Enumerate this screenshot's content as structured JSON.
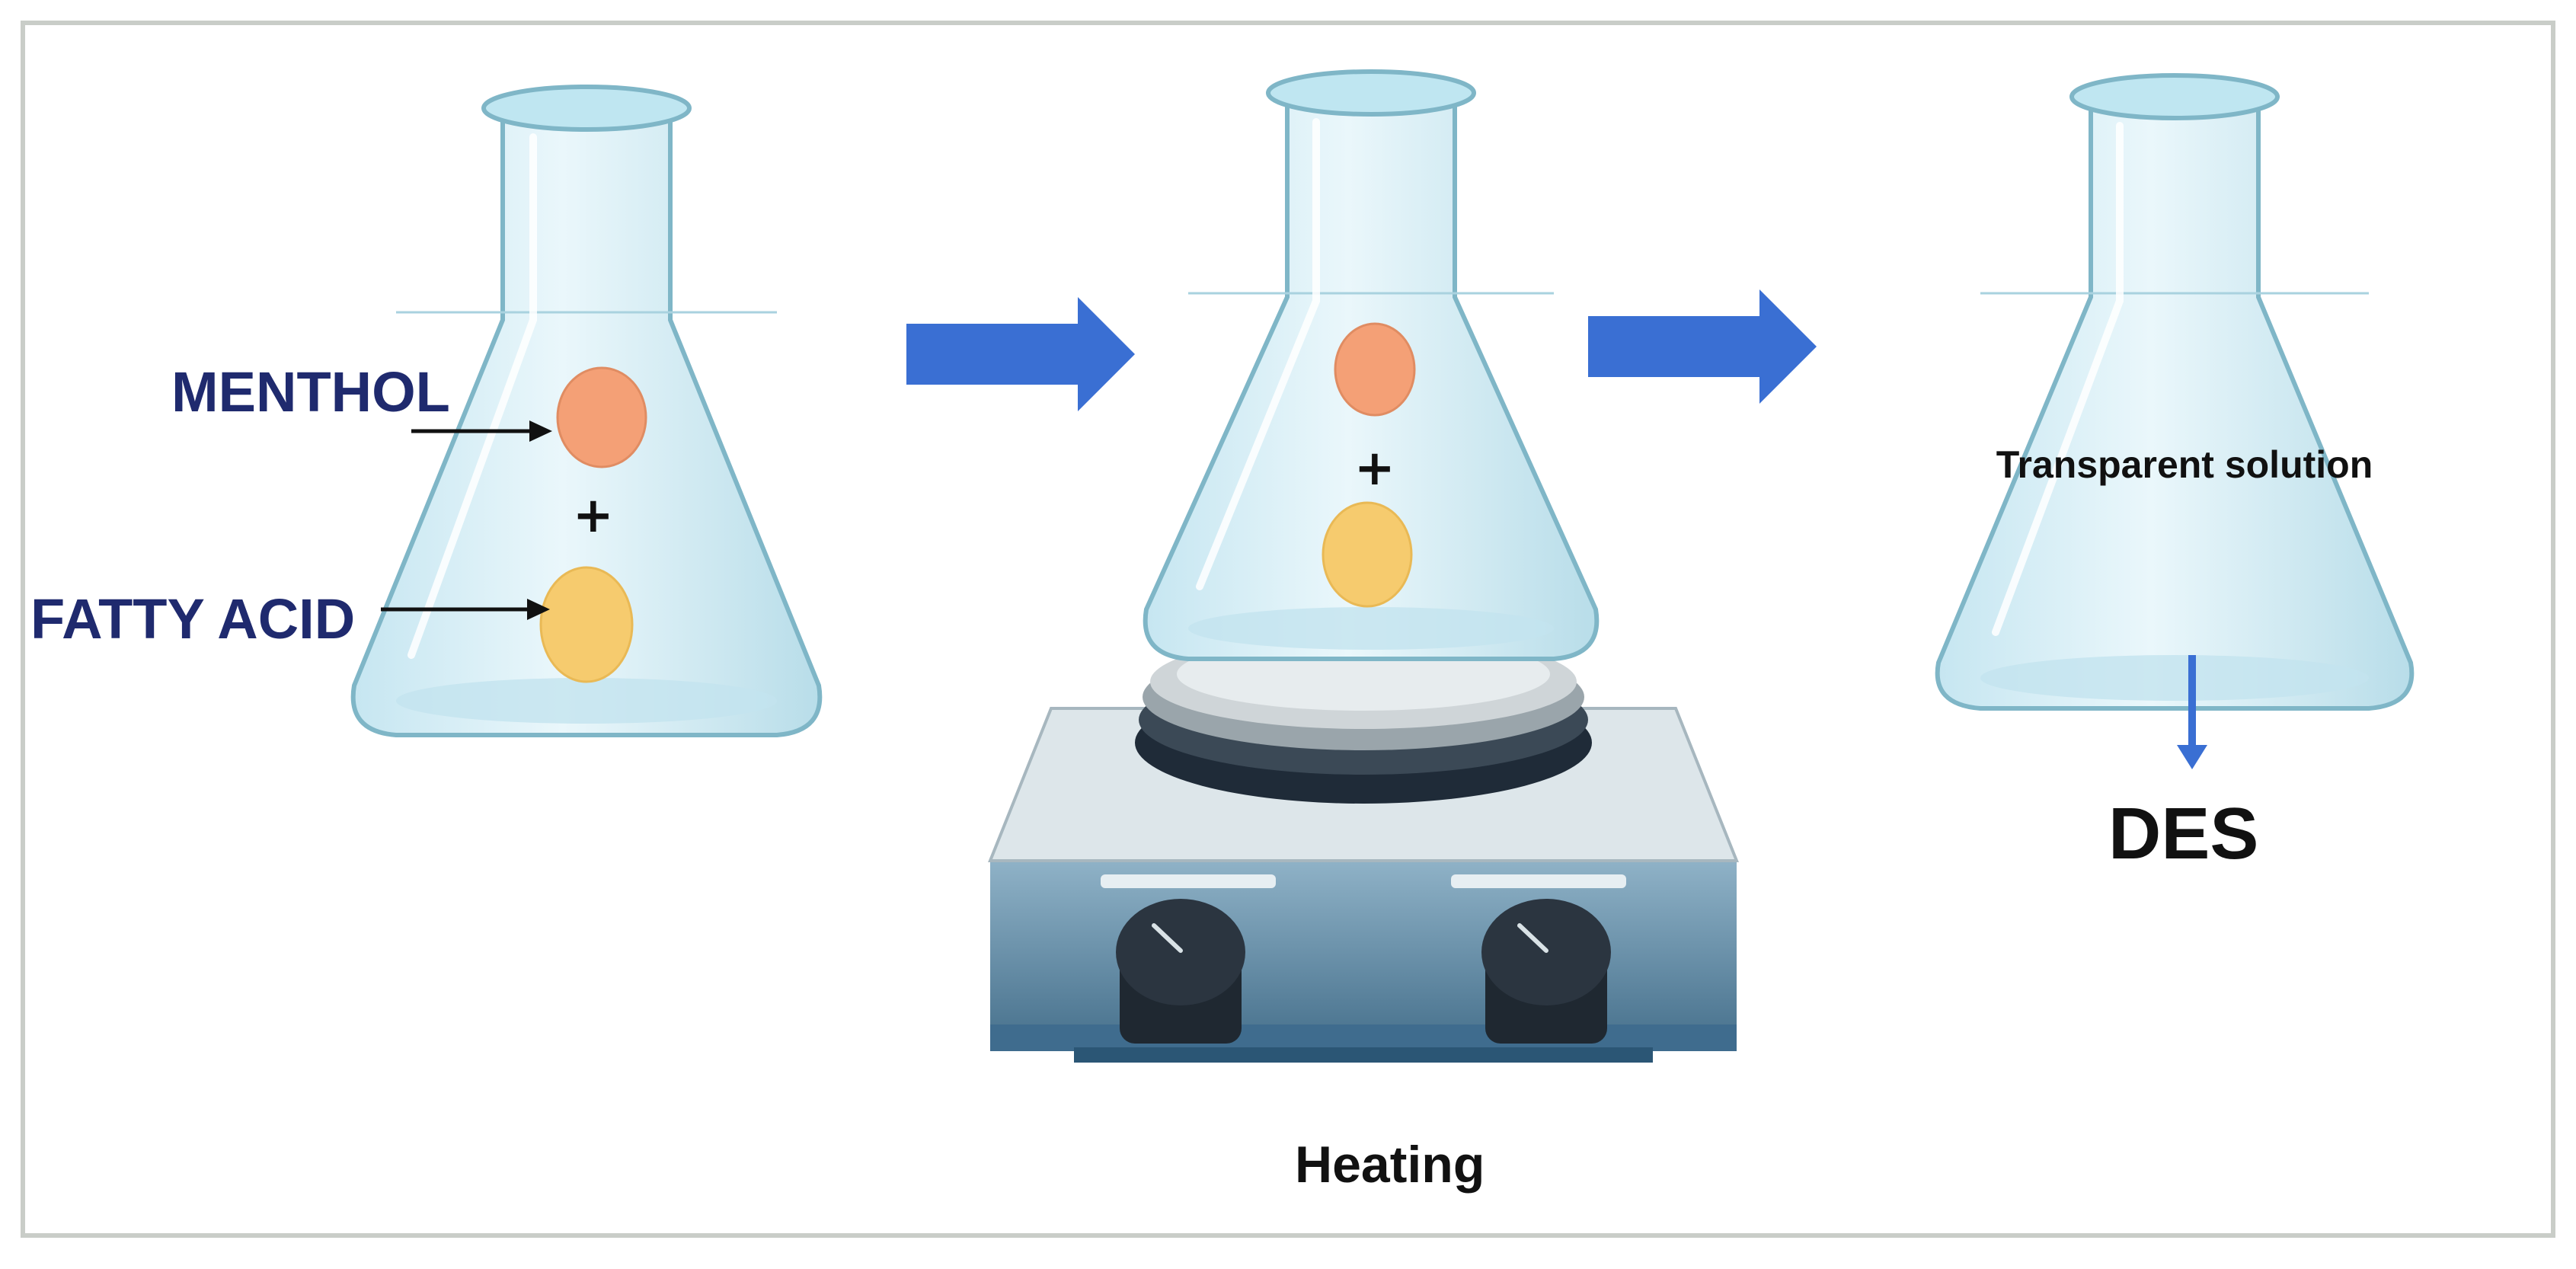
{
  "labels": {
    "menthol": "MENTHOL",
    "fatty_acid": "FATTY ACID",
    "plus": "+",
    "transparent_solution": "Transparent solution",
    "des": "DES",
    "heating": "Heating"
  },
  "colors": {
    "frame": "#c9cdc8",
    "label_blue": "#1f2a6e",
    "text_black": "#111111",
    "arrow_blue": "#3a6fd3",
    "flask_outline": "#7fb6c7",
    "flask_fill": "#dcf0f7",
    "flask_rim": "#bfe6f1",
    "menthol_circle": "#f4a076",
    "fatty_acid_circle": "#f6cb6e",
    "plate_top": "#cfd5d8",
    "plate_ring": "#1f2b38",
    "hotplate_body": "#5c86a3",
    "hotplate_top": "#dde6ea",
    "knob": "#2b3540"
  },
  "icons": [
    "erlenmeyer-flask-icon",
    "right-arrow-icon",
    "hot-plate-icon",
    "knob-icon",
    "down-arrow-icon"
  ]
}
